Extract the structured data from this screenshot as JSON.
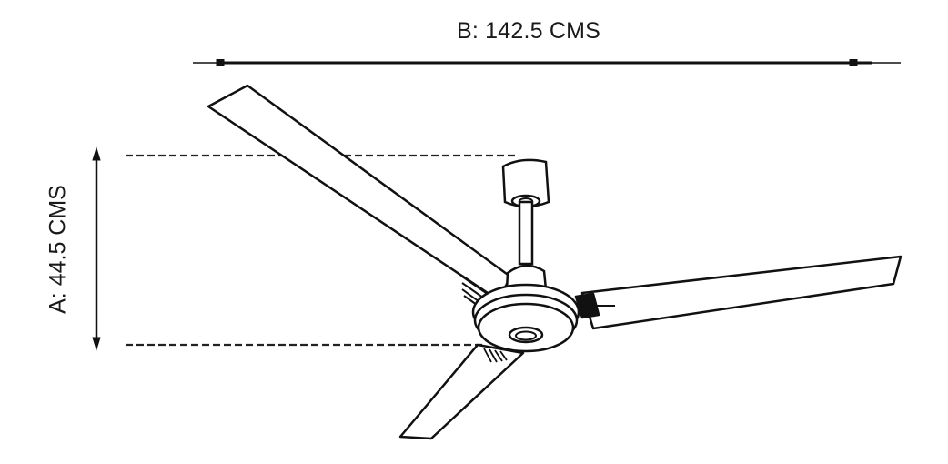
{
  "diagram": {
    "subject": "Ceiling fan dimension drawing",
    "dimensions": {
      "width": {
        "letter": "B",
        "label": "B: 142.5 CMS",
        "value": 142.5,
        "unit": "CMS"
      },
      "height": {
        "letter": "A",
        "label": "A: 44.5 CMS",
        "value": 44.5,
        "unit": "CMS"
      }
    },
    "parts": [
      "ceiling-canopy",
      "downrod",
      "motor-housing",
      "blade-left",
      "blade-right",
      "blade-bottom"
    ],
    "colors": {
      "line": "#111111",
      "background": "#ffffff"
    }
  }
}
